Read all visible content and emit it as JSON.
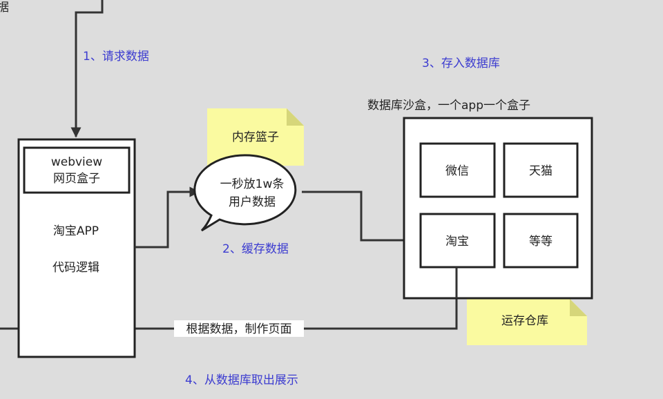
{
  "diagram": {
    "top_partial_label": "据",
    "step1": "1、请求数据",
    "step2": "2、缓存数据",
    "step3": "3、存入数据库",
    "step4": "4、从数据库取出展示",
    "app_box": {
      "webview_line1": "webview",
      "webview_line2": "网页盒子",
      "app_name": "淘宝APP",
      "logic": "代码逻辑"
    },
    "memory_note": "内存篮子",
    "bubble_line1": "一秒放1w条",
    "bubble_line2": "用户数据",
    "sandbox_label": "数据库沙盒，一个app一个盒子",
    "sandbox_apps": [
      "微信",
      "天猫",
      "淘宝",
      "等等"
    ],
    "storage_note": "运存仓库",
    "render_label": "根据数据，制作页面",
    "colors": {
      "background": "#dddddd",
      "step_text": "#3c3cd0",
      "note": "#fafaa0"
    }
  }
}
